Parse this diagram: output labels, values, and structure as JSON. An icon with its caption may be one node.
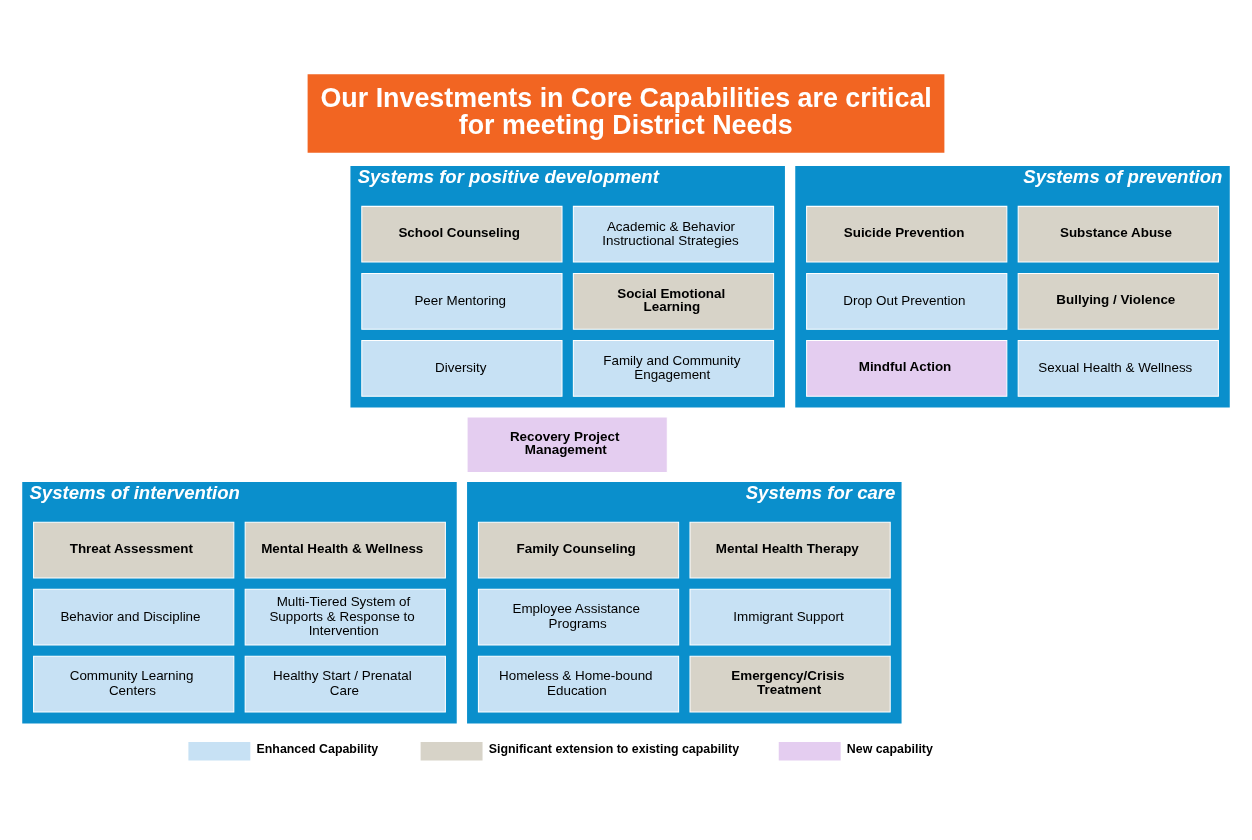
{
  "diagram": {
    "title": "Our Investments in Core Capabilities are critical for meeting District Needs",
    "nodes": [
      {
        "text": [
          "Systems for positive development"
        ]
      },
      {
        "text": [
          "Academic & Behavior Instructional Strategies"
        ],
        "in": 0
      },
      {
        "text": [
          "School Counseling"
        ],
        "in": 0
      },
      {
        "text": [
          "Social Emotional Learning"
        ],
        "in": 0
      },
      {
        "text": [
          "Peer Mentoring"
        ],
        "in": 0
      },
      {
        "text": [
          "Family and Community Engagement"
        ],
        "in": 0
      },
      {
        "text": [
          "Diversity"
        ],
        "in": 0
      },
      {
        "text": [
          "Systems of prevention"
        ]
      },
      {
        "text": [
          "Substance Abuse"
        ],
        "in": 7
      },
      {
        "text": [
          "Suicide Prevention"
        ],
        "in": 7
      },
      {
        "text": [
          "Bullying / Violence"
        ],
        "in": 7
      },
      {
        "text": [
          "Drop Out Prevention"
        ],
        "in": 7
      },
      {
        "text": [
          "Sexual Health & Wellness"
        ],
        "in": 7
      },
      {
        "text": [
          "Mindful Action"
        ],
        "in": 7
      },
      {
        "text": [
          "Recovery Project Management"
        ]
      },
      {
        "text": [
          "Systems of intervention"
        ]
      },
      {
        "text": [
          "Mental Health & Wellness"
        ],
        "in": 15
      },
      {
        "text": [
          "Threat Assessment"
        ],
        "in": 15
      },
      {
        "text": [
          "Multi-Tiered System of Supports & Response to Intervention"
        ],
        "in": 15
      },
      {
        "text": [
          "Behavior and Discipline"
        ],
        "in": 15
      },
      {
        "text": [
          "Healthy Start / Prenatal Care"
        ],
        "in": 15
      },
      {
        "text": [
          "Community Learning Centers"
        ],
        "in": 15
      },
      {
        "text": [
          "Systems for care"
        ]
      },
      {
        "text": [
          "Mental Health Therapy"
        ],
        "in": 22
      },
      {
        "text": [
          "Family Counseling"
        ],
        "in": 22
      },
      {
        "text": [
          "Immigrant Support"
        ],
        "in": 22
      },
      {
        "text": [
          "Employee Assistance Programs"
        ],
        "in": 22
      },
      {
        "text": [
          "Emergency/Crisis Treatment"
        ],
        "in": 22
      },
      {
        "text": [
          "Homeless & Home-bound Education"
        ],
        "in": 22
      }
    ],
    "edges": [],
    "legend": [
      {
        "text": "Enhanced Capability",
        "color": "#c7e1f4"
      },
      {
        "text": "Significant extension to existing capability",
        "color": "#d7d3c8"
      },
      {
        "text": "New capability",
        "color": "#e4cdf0"
      }
    ]
  }
}
